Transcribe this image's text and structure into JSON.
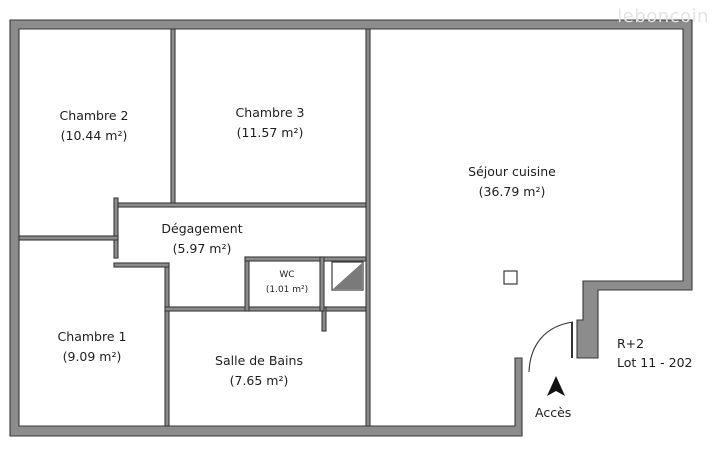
{
  "watermark": "leboncoin",
  "rooms": [
    {
      "key": "chambre2",
      "name": "Chambre 2",
      "area": "(10.44 m²)"
    },
    {
      "key": "chambre3",
      "name": "Chambre 3",
      "area": "(11.57 m²)"
    },
    {
      "key": "sejour",
      "name": "Séjour cuisine",
      "area": "(36.79 m²)"
    },
    {
      "key": "degagement",
      "name": "Dégagement",
      "area": "(5.97 m²)"
    },
    {
      "key": "wc",
      "name": "WC",
      "area": "(1.01 m²)"
    },
    {
      "key": "chambre1",
      "name": "Chambre 1",
      "area": "(9.09 m²)"
    },
    {
      "key": "sdb",
      "name": "Salle de Bains",
      "area": "(7.65 m²)"
    }
  ],
  "level": "R+2",
  "lot": "Lot 11 - 202",
  "access_label": "Accès",
  "colors": {
    "wall": "#8c8c8c",
    "outline": "#3a3a3a",
    "wc_fixture": "#7a7a7a"
  }
}
